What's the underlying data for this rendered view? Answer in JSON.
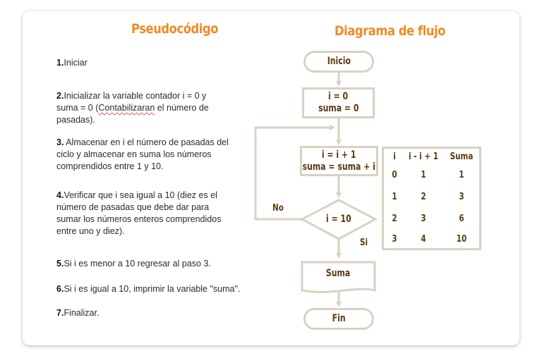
{
  "headings": {
    "pseudocode": "Pseudocódigo",
    "flowchart": "Diagrama de flujo"
  },
  "steps": [
    {
      "num": "1.",
      "text": "Iniciar"
    },
    {
      "num": "2.",
      "text_before": "Inicializar la variable contador i = 0 y suma = 0 (",
      "text_underlined": "Contabilizaran",
      "text_after": " el número de pasadas)."
    },
    {
      "num": "3.",
      "text": " Almacenar en i el número de pasadas del ciclo y almacenar en suma los números comprendidos entre 1 y 10."
    },
    {
      "num": "4.",
      "text": "Verificar que i sea igual a 10 (diez es el número de pasadas que debe dar para sumar los números enteros comprendidos entre uno y diez)."
    },
    {
      "num": "5.",
      "text": "Si i es menor a 10 regresar al paso 3."
    },
    {
      "num": "6.",
      "text": "Si i es igual a 10, imprimir la variable \"suma\"."
    },
    {
      "num": "7.",
      "text": "Finalizar."
    }
  ],
  "flowchart": {
    "start": "Inicio",
    "init_line1": "i = 0",
    "init_line2": "suma = 0",
    "process_line1": "i = i + 1",
    "process_line2": "suma = suma + i",
    "decision": "i = 10",
    "label_no": "No",
    "label_yes": "Si",
    "output": "Suma",
    "end": "Fin"
  },
  "trace_table": {
    "headers": [
      "i",
      "i - i + 1",
      "Suma"
    ],
    "rows": [
      [
        "0",
        "1",
        "1"
      ],
      [
        "1",
        "2",
        "3"
      ],
      [
        "2",
        "3",
        "6"
      ],
      [
        "3",
        "4",
        "10"
      ]
    ]
  },
  "colors": {
    "heading": "#f08a24",
    "shape_border": "#d8d2c2",
    "flow_text": "#5a3a12"
  }
}
